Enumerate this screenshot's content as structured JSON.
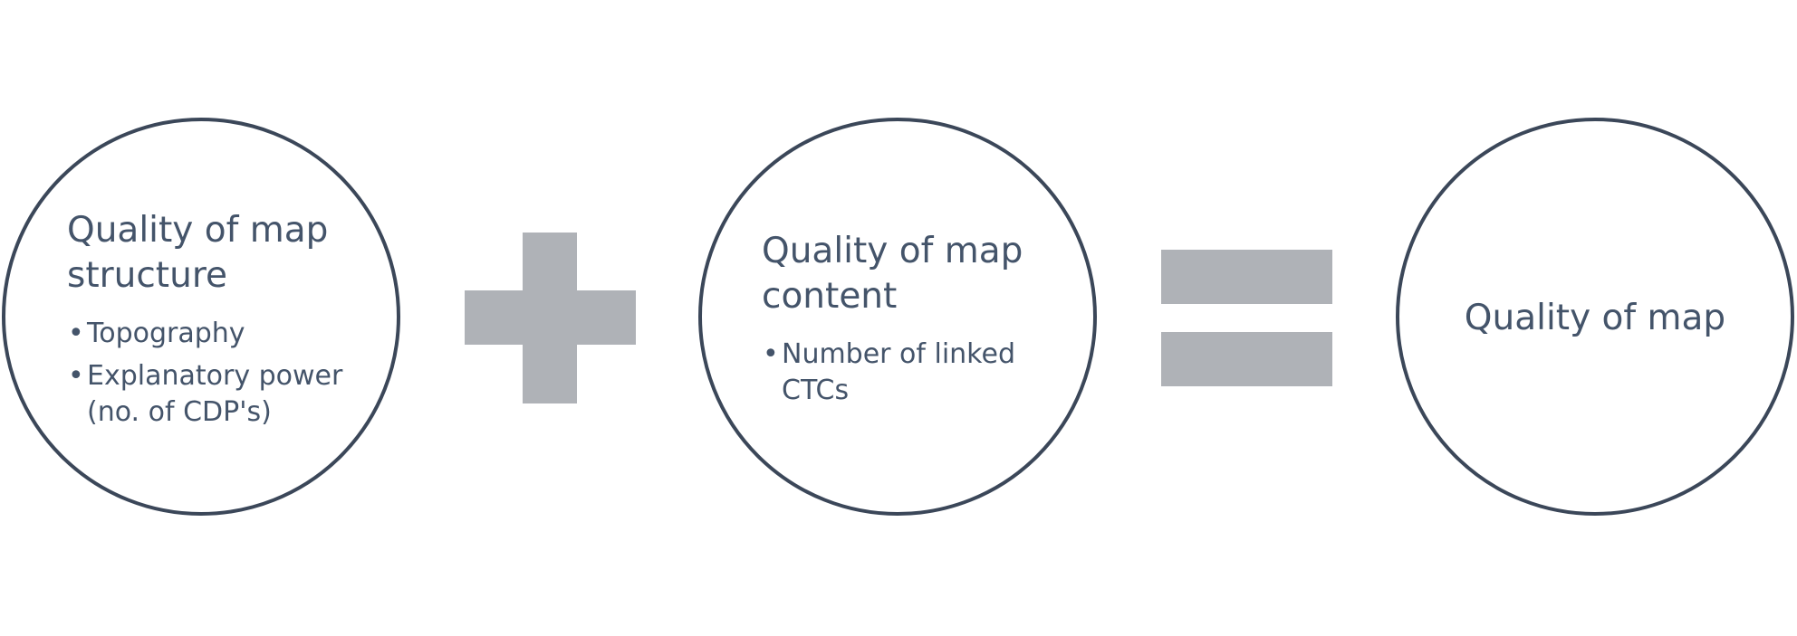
{
  "circles": [
    {
      "title_lines": [
        "Quality of map",
        "structure"
      ],
      "bullets": [
        {
          "lines": [
            "Topography"
          ]
        },
        {
          "lines": [
            "Explanatory power",
            "(no. of CDP's)"
          ]
        }
      ]
    },
    {
      "title_lines": [
        "Quality of map",
        "content"
      ],
      "bullets": [
        {
          "lines": [
            "Number of linked",
            "CTCs"
          ]
        }
      ]
    },
    {
      "title_lines": [
        "Quality of map"
      ],
      "bullets": []
    }
  ],
  "operators": [
    "+",
    "="
  ],
  "colors": {
    "circle_border": "#3b4759",
    "text": "#44546a",
    "operator": "#afb2b7",
    "background": "#ffffff"
  },
  "bullet_symbol": "•"
}
